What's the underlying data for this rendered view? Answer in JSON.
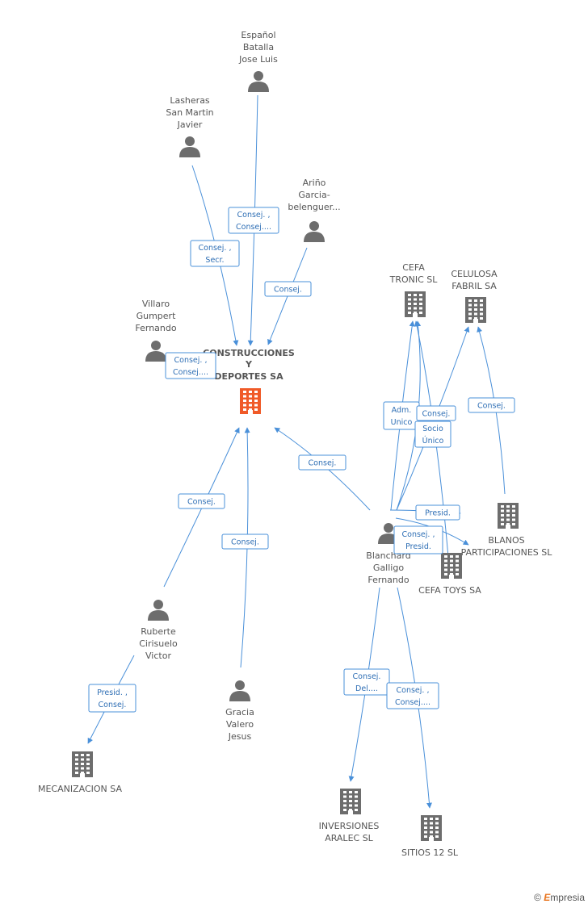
{
  "center": {
    "lines": [
      "CONSTRUCCIONES",
      "Y",
      "DEPORTES SA"
    ],
    "color": "#f05a28"
  },
  "people": [
    {
      "id": "espanol",
      "lines": [
        "Español",
        "Batalla",
        "Jose Luis"
      ]
    },
    {
      "id": "lasheras",
      "lines": [
        "Lasheras",
        "San Martin",
        "Javier"
      ]
    },
    {
      "id": "arino",
      "lines": [
        "Ariño",
        "Garcia-",
        "belenguer..."
      ]
    },
    {
      "id": "villaro",
      "lines": [
        "Villaro",
        "Gumpert",
        "Fernando"
      ]
    },
    {
      "id": "blanchard",
      "lines": [
        "Blanchard",
        "Galligo",
        "Fernando"
      ]
    },
    {
      "id": "ruberte",
      "lines": [
        "Ruberte",
        "Cirisuelo",
        "Victor"
      ]
    },
    {
      "id": "gracia",
      "lines": [
        "Gracia",
        "Valero",
        "Jesus"
      ]
    }
  ],
  "companies": [
    {
      "id": "cefa_tronic",
      "lines": [
        "CEFA",
        "TRONIC SL"
      ]
    },
    {
      "id": "celulosa",
      "lines": [
        "CELULOSA",
        "FABRIL SA"
      ]
    },
    {
      "id": "blanos",
      "lines": [
        "BLANOS",
        "PARTICIPACIONES SL"
      ]
    },
    {
      "id": "cefa_toys",
      "lines": [
        "CEFA TOYS SA"
      ]
    },
    {
      "id": "mecanizacion",
      "lines": [
        "MECANIZACION SA"
      ]
    },
    {
      "id": "inversiones",
      "lines": [
        "INVERSIONES",
        "ARALEC SL"
      ]
    },
    {
      "id": "sitios",
      "lines": [
        "SITIOS 12 SL"
      ]
    }
  ],
  "roles": [
    {
      "id": "r_espanol",
      "lines": [
        "Consej. ,",
        "Consej...."
      ]
    },
    {
      "id": "r_lasheras",
      "lines": [
        "Consej. ,",
        "Secr."
      ]
    },
    {
      "id": "r_arino",
      "lines": [
        "Consej."
      ]
    },
    {
      "id": "r_villaro",
      "lines": [
        "Consej. ,",
        "Consej...."
      ]
    },
    {
      "id": "r_blanchard_center",
      "lines": [
        "Consej."
      ]
    },
    {
      "id": "r_ruberte",
      "lines": [
        "Consej."
      ]
    },
    {
      "id": "r_gracia",
      "lines": [
        "Consej."
      ]
    },
    {
      "id": "r_adm_unico",
      "lines": [
        "Adm.",
        "Unico"
      ]
    },
    {
      "id": "r_consej_tronic",
      "lines": [
        "Consej."
      ]
    },
    {
      "id": "r_socio_unico",
      "lines": [
        "Socio",
        "Único"
      ]
    },
    {
      "id": "r_consej_celulosa",
      "lines": [
        "Consej."
      ]
    },
    {
      "id": "r_presid_blanos",
      "lines": [
        "Presid."
      ]
    },
    {
      "id": "r_consej_presid_toys",
      "lines": [
        "Consej. ,",
        "Presid."
      ]
    },
    {
      "id": "r_presid_consej_mec",
      "lines": [
        "Presid. ,",
        "Consej."
      ]
    },
    {
      "id": "r_consej_del_inv",
      "lines": [
        "Consej.",
        "Del...."
      ]
    },
    {
      "id": "r_consej_sitios",
      "lines": [
        "Consej. ,",
        "Consej...."
      ]
    }
  ],
  "colors": {
    "person": "#6d6d6d",
    "company": "#6d6d6d",
    "edge": "#4a90d9",
    "role_text": "#2f6fb5"
  },
  "footer": {
    "copyright": "©",
    "brand_initial": "E",
    "brand_rest": "mpresia"
  }
}
